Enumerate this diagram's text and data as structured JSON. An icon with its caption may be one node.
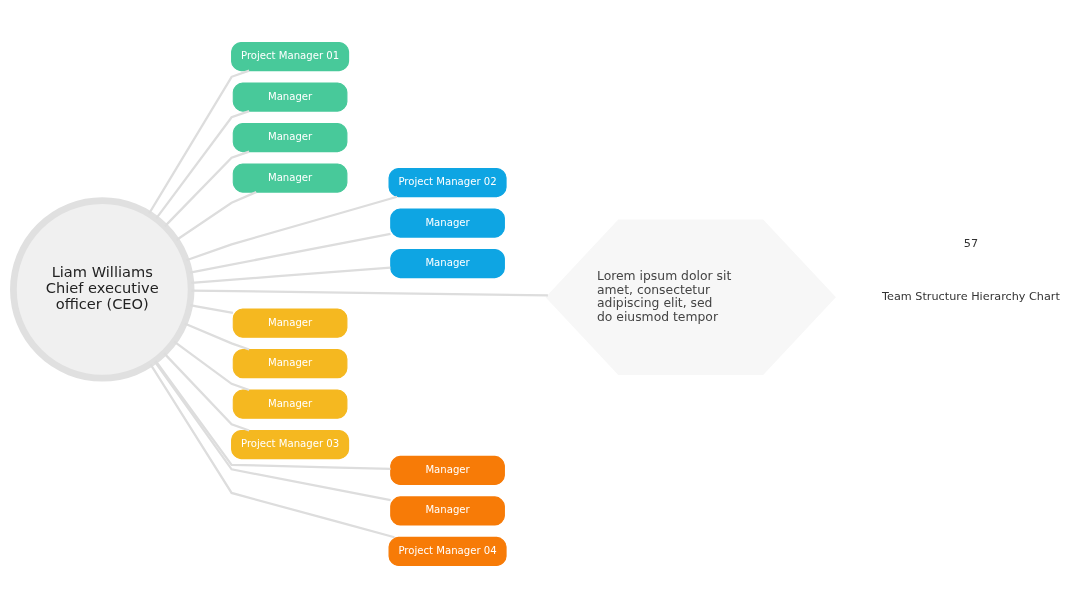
{
  "diagram": {
    "nodes": [
      {
        "text": [
          "Liam Williams",
          "Chief executive officer (CEO)"
        ]
      },
      {
        "text": [
          "Project Manager 01"
        ]
      },
      {
        "text": [
          "Manager"
        ]
      },
      {
        "text": [
          "Manager"
        ]
      },
      {
        "text": [
          "Manager"
        ]
      },
      {
        "text": [
          "Project Manager 02"
        ]
      },
      {
        "text": [
          "Manager"
        ]
      },
      {
        "text": [
          "Manager"
        ]
      },
      {
        "text": [
          "Lorem ipsum dolor sit amet, consectetur adipiscing elit, sed do eiusmod tempor"
        ]
      },
      {
        "text": [
          "Manager"
        ]
      },
      {
        "text": [
          "Manager"
        ]
      },
      {
        "text": [
          "Manager"
        ]
      },
      {
        "text": [
          "Project Manager 03"
        ]
      },
      {
        "text": [
          "Manager"
        ]
      },
      {
        "text": [
          "Manager"
        ]
      },
      {
        "text": [
          "Project Manager 04"
        ]
      }
    ],
    "edges": [
      {
        "from": 0,
        "to": 1,
        "arrow": "none"
      },
      {
        "from": 0,
        "to": 2,
        "arrow": "none"
      },
      {
        "from": 0,
        "to": 3,
        "arrow": "none"
      },
      {
        "from": 0,
        "to": 4,
        "arrow": "none"
      },
      {
        "from": 0,
        "to": 5,
        "arrow": "none"
      },
      {
        "from": 0,
        "to": 6,
        "arrow": "none"
      },
      {
        "from": 0,
        "to": 7,
        "arrow": "none"
      },
      {
        "from": 0,
        "to": 8,
        "arrow": "none"
      },
      {
        "from": 0,
        "to": 9,
        "arrow": "none"
      },
      {
        "from": 0,
        "to": 10,
        "arrow": "none"
      },
      {
        "from": 0,
        "to": 11,
        "arrow": "none"
      },
      {
        "from": 0,
        "to": 12,
        "arrow": "none"
      },
      {
        "from": 0,
        "to": 13,
        "arrow": "none"
      },
      {
        "from": 0,
        "to": 14,
        "arrow": "none"
      },
      {
        "from": 0,
        "to": 15,
        "arrow": "none"
      }
    ],
    "labels": [
      "Team Structure Hierarchy Chart",
      "57"
    ]
  }
}
